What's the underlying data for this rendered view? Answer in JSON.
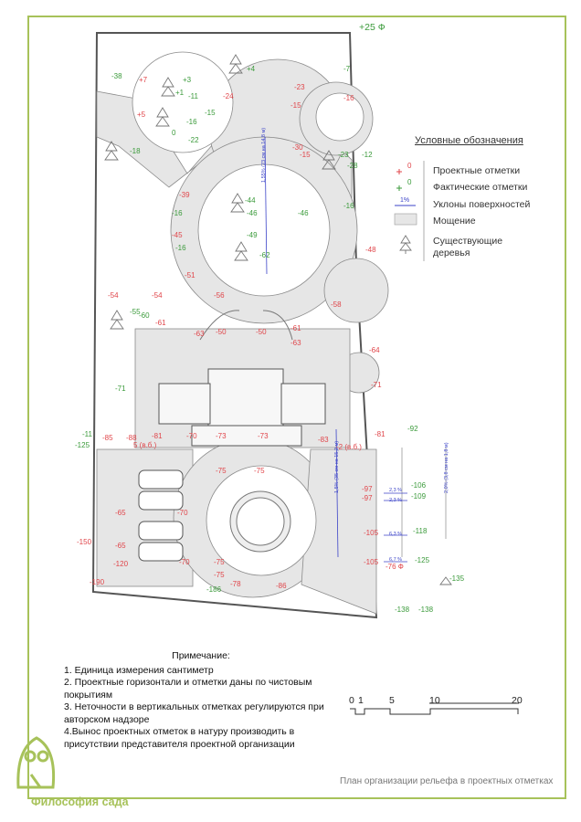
{
  "top_mark": "+25 Ф",
  "legend": {
    "title": "Условные обозначения",
    "design_marks": "Проектные отметки",
    "actual_marks": "Фактические отметки",
    "slopes": "Уклоны поверхностей",
    "paving": "Мощение",
    "trees_line1": "Существующие",
    "trees_line2": "деревья",
    "design_sample": "0",
    "actual_sample": "0",
    "slope_sample": "1%"
  },
  "notes": {
    "title": "Примечание:",
    "items": [
      "1. Единица измерения сантиметр",
      "2. Проектные горизонтали и отметки даны по чистовым покрытиям",
      "3. Неточности в вертикальных отметках регулируются при авторском надзоре",
      "4.Вынос проектных отметок в натуру производить в присутствии представителя проектной организации"
    ]
  },
  "scale_labels": [
    "0",
    "1",
    "5",
    "10",
    "20"
  ],
  "footer_title": "План организации рельефа в проектных отметках",
  "logo_text": "Философия сада",
  "colors": {
    "frame": "#a7c25a",
    "design": "#e0454a",
    "actual": "#3a9a3a",
    "slope": "#3b43c8",
    "paving": "#e6e6e6"
  },
  "design_marks": [
    "+7",
    "+5",
    "-24",
    "-23",
    "-39",
    "-45",
    "-51",
    "-54",
    "-54",
    "-56",
    "-61",
    "-58",
    "-48",
    "-61",
    "-63",
    "-50",
    "-50",
    "-63",
    "-64",
    "-71",
    "-81",
    "-83",
    "-2 (в.б.)",
    "-81",
    "-70",
    "-73",
    "-73",
    "-88",
    "-85",
    "5 (в.б.)",
    "-75",
    "-75",
    "-65",
    "-70",
    "-70",
    "-75",
    "-75",
    "-65",
    "-120",
    "-150",
    "-190",
    "-78",
    "-86",
    "-97",
    "-97",
    "-105",
    "-105",
    "-76 Ф",
    "-15",
    "-30",
    "-16",
    "-15"
  ],
  "actual_marks": [
    "-38",
    "+4",
    "+3",
    "+1",
    "-11",
    "-15",
    "-16",
    "0",
    "-22",
    "-18",
    "-44",
    "-46",
    "-46",
    "-16",
    "-49",
    "-62",
    "-16",
    "-16",
    "-55",
    "-60",
    "-71",
    "-11",
    "-125",
    "-92",
    "-106",
    "-109",
    "-118",
    "-125",
    "-135",
    "-138",
    "-138",
    "-186",
    "-23",
    "-28",
    "-7",
    "-12"
  ],
  "slope_labels": [
    "2,3 %",
    "2,3 %",
    "6,3 %",
    "6,7 %",
    "1,55% (23 см на 14,8 м)",
    "1,5% (35 см на 15,2 м)",
    "2,0% (3,8 см на 1,8 м)"
  ]
}
